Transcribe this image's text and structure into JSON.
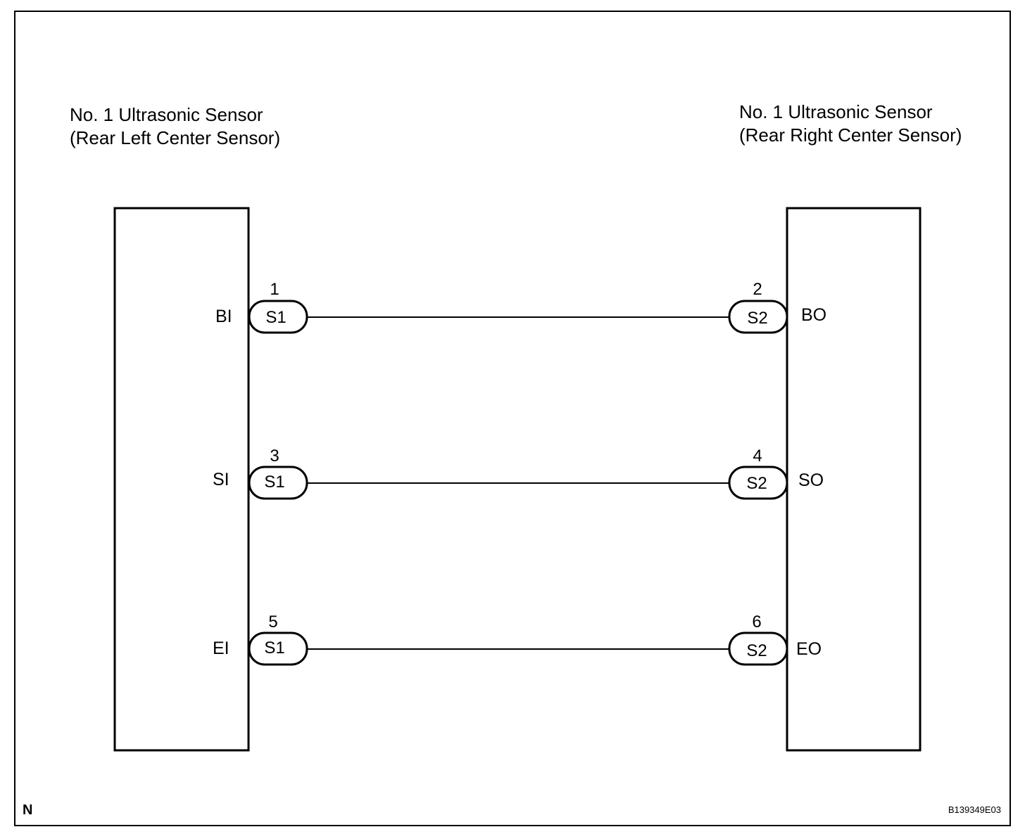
{
  "left_component": {
    "title_line1": "No. 1 Ultrasonic Sensor",
    "title_line2": "(Rear Left Center Sensor)"
  },
  "right_component": {
    "title_line1": "No. 1 Ultrasonic Sensor",
    "title_line2": "(Rear Right Center Sensor)"
  },
  "wires": [
    {
      "left_terminal": "BI",
      "left_connector": "S1",
      "left_pin": "1",
      "right_connector": "S2",
      "right_pin": "2",
      "right_terminal": "BO"
    },
    {
      "left_terminal": "SI",
      "left_connector": "S1",
      "left_pin": "3",
      "right_connector": "S2",
      "right_pin": "4",
      "right_terminal": "SO"
    },
    {
      "left_terminal": "EI",
      "left_connector": "S1",
      "left_pin": "5",
      "right_connector": "S2",
      "right_pin": "6",
      "right_terminal": "EO"
    }
  ],
  "footer": {
    "corner_mark": "N",
    "figure_code": "B139349E03"
  }
}
